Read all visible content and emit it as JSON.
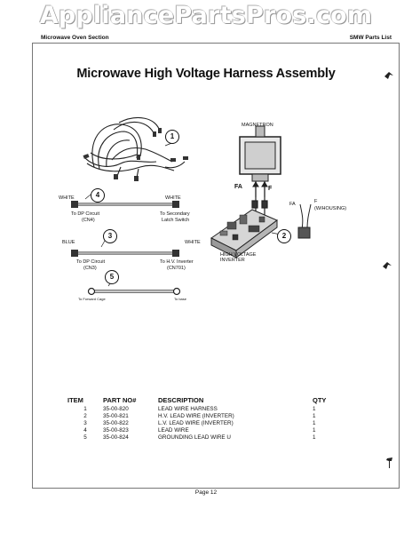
{
  "watermark": "AppliancePartsPros.com",
  "header": {
    "left": "Microwave Oven Section",
    "right": "SMW Parts List"
  },
  "title": "Microwave  High Voltage Harness Assembly",
  "diagram": {
    "magnetron_label": "MAGNETRON",
    "fa_label": "FA",
    "f_label": "F",
    "fa_small": "FA",
    "f_housing": "F",
    "housing_label": "(W/HOUSING)",
    "inverter_label_1": "HIGH VOLTAGE",
    "inverter_label_2": "INVERTER",
    "callouts": [
      "1",
      "2",
      "3",
      "4",
      "5"
    ],
    "wire4": {
      "left_color": "WHITE",
      "right_color": "WHITE",
      "left_end_1": "To DP Circuit",
      "left_end_2": "(CN4)",
      "right_end_1": "To Secondary",
      "right_end_2": "Latch Switch"
    },
    "wire3": {
      "left_color": "BLUE",
      "right_color": "WHITE",
      "left_end_1": "To DP Circuit",
      "left_end_2": "(CN3)",
      "right_end_1": "To H.V. Inverter",
      "right_end_2": "(CN701)"
    },
    "wire5": {
      "left_end": "To Forward Cage",
      "right_end": "To base"
    }
  },
  "table": {
    "headers": {
      "item": "ITEM",
      "part": "PART NO#",
      "desc": "DESCRIPTION",
      "qty": "QTY"
    },
    "rows": [
      {
        "item": "1",
        "part": "35-00-820",
        "desc": "LEAD WIRE HARNESS",
        "qty": "1"
      },
      {
        "item": "2",
        "part": "35-00-821",
        "desc": "H.V. LEAD WIRE (INVERTER)",
        "qty": "1"
      },
      {
        "item": "3",
        "part": "35-00-822",
        "desc": "L.V. LEAD WIRE (INVERTER)",
        "qty": "1"
      },
      {
        "item": "4",
        "part": "35-00-823",
        "desc": "LEAD WIRE",
        "qty": "1"
      },
      {
        "item": "5",
        "part": "35-00-824",
        "desc": "GROUNDING LEAD WIRE U",
        "qty": "1"
      }
    ]
  },
  "page_number": "Page 12"
}
